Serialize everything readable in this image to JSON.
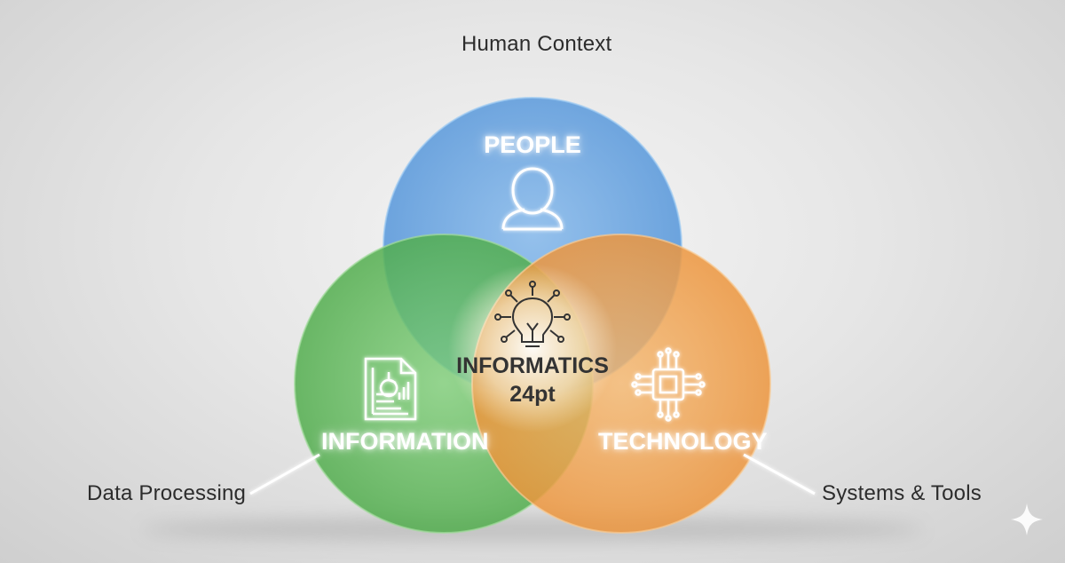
{
  "diagram": {
    "circles": [
      {
        "key": "people",
        "label": "PEOPLE",
        "color": "#5f9fe0",
        "icon": "person-icon"
      },
      {
        "key": "information",
        "label": "INFORMATION",
        "color": "#63bf5f",
        "icon": "document-chart-icon"
      },
      {
        "key": "technology",
        "label": "TECHNOLOGY",
        "color": "#f2a24e",
        "icon": "chip-icon"
      }
    ],
    "center": {
      "title": "INFORMATICS",
      "subtitle": "24pt",
      "icon": "lightbulb-icon"
    },
    "callouts": {
      "top": "Human Context",
      "left": "Data Processing",
      "right": "Systems & Tools"
    }
  }
}
